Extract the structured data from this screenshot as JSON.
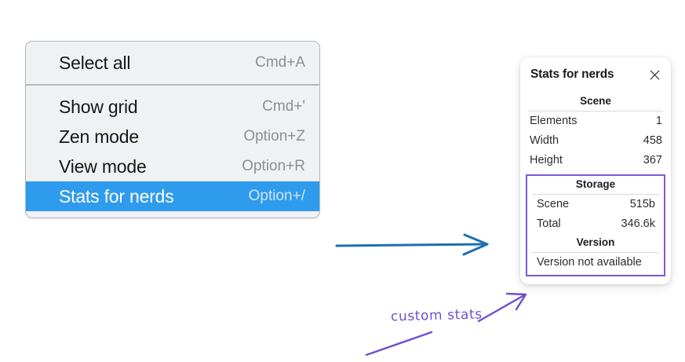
{
  "context_menu": {
    "groups": [
      {
        "items": [
          {
            "label": "Select all",
            "shortcut": "Cmd+A",
            "selected": false
          }
        ]
      },
      {
        "items": [
          {
            "label": "Show grid",
            "shortcut": "Cmd+'",
            "selected": false
          },
          {
            "label": "Zen mode",
            "shortcut": "Option+Z",
            "selected": false
          },
          {
            "label": "View mode",
            "shortcut": "Option+R",
            "selected": false
          },
          {
            "label": "Stats for nerds",
            "shortcut": "Option+/",
            "selected": true
          }
        ]
      }
    ],
    "colors": {
      "highlight": "#2f9bec",
      "surface": "#f0f1f3",
      "border": "#b3bac2"
    }
  },
  "stats_panel": {
    "title": "Stats for nerds",
    "close_icon": "close-icon",
    "scene": {
      "heading": "Scene",
      "rows": [
        {
          "key": "Elements",
          "value": "1"
        },
        {
          "key": "Width",
          "value": "458"
        },
        {
          "key": "Height",
          "value": "367"
        }
      ]
    },
    "storage": {
      "heading": "Storage",
      "rows": [
        {
          "key": "Scene",
          "value": "515b"
        },
        {
          "key": "Total",
          "value": "346.6k"
        }
      ]
    },
    "version": {
      "heading": "Version",
      "text": "Version not available"
    },
    "highlight_color": "#7b5ad6"
  },
  "annotations": {
    "custom_stats_label": "custom stats",
    "blue_arrow_color": "#1f6fb0",
    "purple_color": "#6f4fd0"
  }
}
